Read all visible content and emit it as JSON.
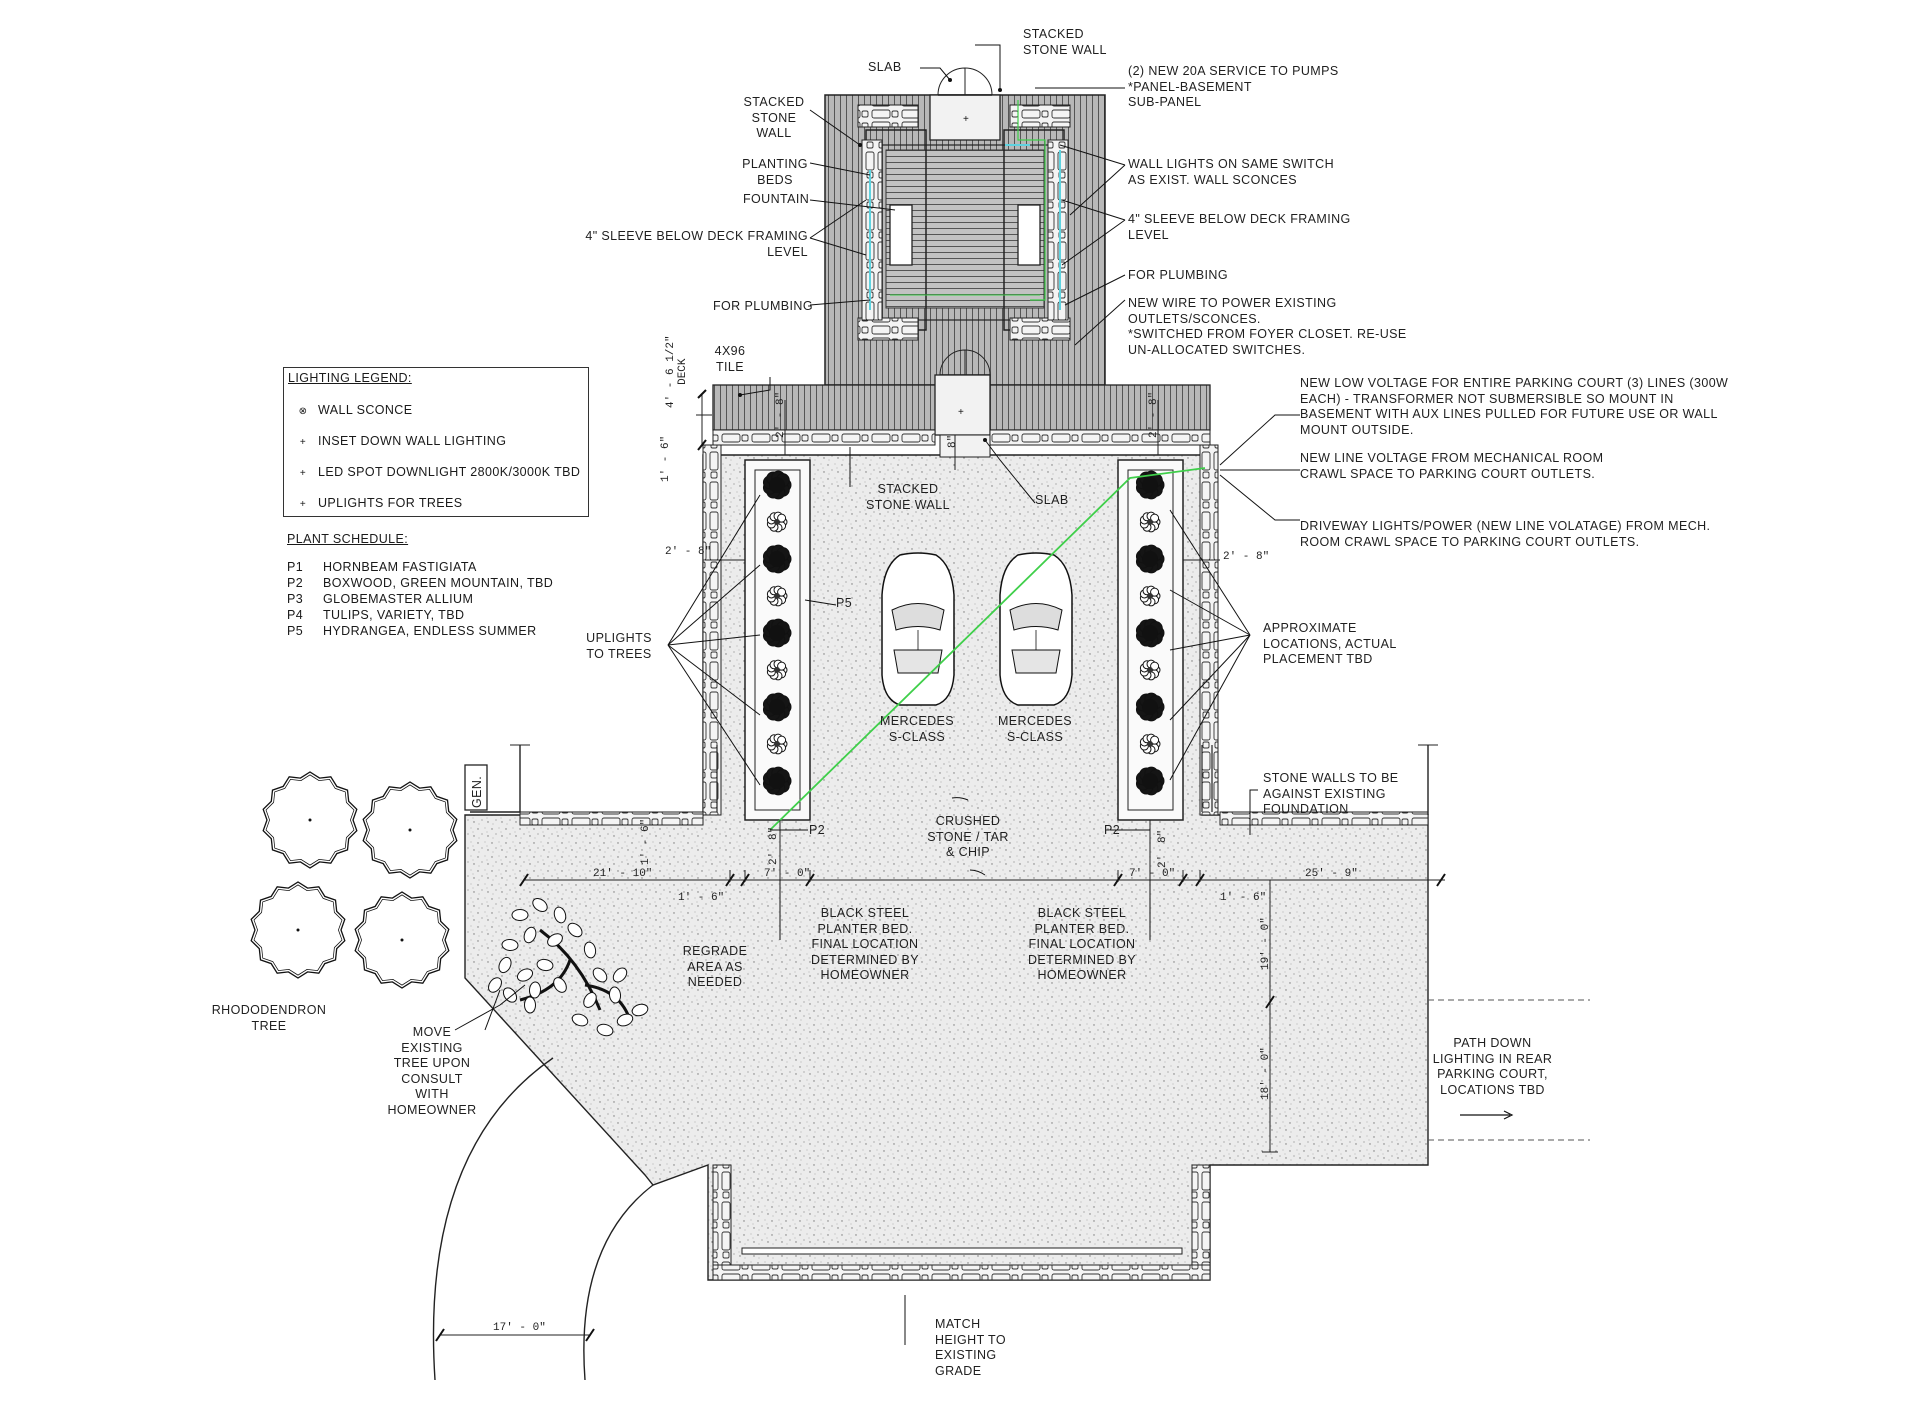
{
  "labels": {
    "stacked_stone_wall_top": "STACKED\nSTONE WALL",
    "slab_top": "SLAB",
    "service_pumps": "(2) NEW 20A SERVICE TO PUMPS\n*PANEL-BASEMENT\nSUB-PANEL",
    "stacked_stone_wall_left": "STACKED\nSTONE\nWALL",
    "planting_beds": "PLANTING\nBEDS",
    "fountain": "FOUNTAIN",
    "wall_lights": "WALL LIGHTS ON SAME SWITCH\nAS EXIST. WALL SCONCES",
    "sleeve_left": "4\" SLEEVE BELOW DECK FRAMING\nLEVEL",
    "sleeve_right": "4\" SLEEVE BELOW DECK FRAMING\nLEVEL",
    "for_plumbing_left": "FOR PLUMBING",
    "for_plumbing_right": "FOR PLUMBING",
    "new_wire": "NEW WIRE TO POWER EXISTING\nOUTLETS/SCONCES.\n*SWITCHED FROM FOYER CLOSET. RE-USE\nUN-ALLOCATED SWITCHES.",
    "tile": "4X96\nTILE",
    "low_voltage": "NEW LOW VOLTAGE FOR ENTIRE PARKING COURT (3) LINES (300W\nEACH) - TRANSFORMER NOT SUBMERSIBLE SO MOUNT IN\nBASEMENT WITH AUX LINES PULLED FOR FUTURE USE OR WALL\nMOUNT OUTSIDE.",
    "line_voltage": "NEW LINE VOLTAGE FROM MECHANICAL ROOM\nCRAWL SPACE TO PARKING COURT OUTLETS.",
    "driveway_lights": "DRIVEWAY LIGHTS/POWER (NEW LINE VOLATAGE) FROM MECH.\nROOM CRAWL SPACE TO PARKING COURT OUTLETS.",
    "stacked_stone_wall_mid": "STACKED\nSTONE WALL",
    "slab_mid": "SLAB",
    "p5": "P5",
    "uplights": "UPLIGHTS\nTO TREES",
    "approx_locations": "APPROXIMATE\nLOCATIONS, ACTUAL\nPLACEMENT TBD",
    "car_left": "MERCEDES\nS-CLASS",
    "car_right": "MERCEDES\nS-CLASS",
    "stone_walls_foundation": "STONE WALLS TO BE\nAGAINST EXISTING\nFOUNDATION",
    "gen": "GEN.",
    "p2_left": "P2",
    "p2_right": "P2",
    "crushed_stone": "CRUSHED\nSTONE / TAR\n& CHIP",
    "planter_left": "BLACK STEEL\nPLANTER BED.\nFINAL LOCATION\nDETERMINED BY\nHOMEOWNER",
    "planter_right": "BLACK STEEL\nPLANTER BED.\nFINAL LOCATION\nDETERMINED BY\nHOMEOWNER",
    "regrade": "REGRADE\nAREA AS\nNEEDED",
    "rhododendron": "RHODODENDRON\nTREE",
    "move_tree": "MOVE\nEXISTING\nTREE UPON\nCONSULT\nWITH\nHOMEOWNER",
    "path_down": "PATH DOWN\nLIGHTING IN REAR\nPARKING COURT,\nLOCATIONS TBD",
    "match_height": "MATCH\nHEIGHT TO\nEXISTING\nGRADE"
  },
  "dimensions": {
    "deck": "4' - 6 1/2\"\nDECK",
    "d_1_6_top": "1' - 6\"",
    "d_2_8_a": "2' - 8\"",
    "d_2_8_b": "2' - 8\"",
    "d_8_mid": "8\"",
    "d_2_8_left": "2' - 8\"",
    "d_2_8_right": "2' - 8\"",
    "d_1_6_left": "1' - 6\"",
    "d_2_left": "2'",
    "d_8_left": "8\"",
    "d_2_right": "2'",
    "d_8_right": "8\"",
    "d_21_10": "21' - 10\"",
    "d_1_6_a": "1' - 6\"",
    "d_7_0_left": "7' - 0\"",
    "d_7_0_right": "7' - 0\"",
    "d_1_6_b": "1' - 6\"",
    "d_25_9": "25' - 9\"",
    "d_19_0": "19' - 0\"",
    "d_18_0": "18' - 0\"",
    "d_17_0": "17' - 0\""
  },
  "legend": {
    "title": "LIGHTING LEGEND:",
    "items": [
      {
        "symbol": "⊗",
        "label": "WALL SCONCE"
      },
      {
        "symbol": "+",
        "label": "INSET DOWN WALL LIGHTING"
      },
      {
        "symbol": "+",
        "label": "LED SPOT DOWNLIGHT 2800K/3000K TBD"
      },
      {
        "symbol": "+",
        "label": "UPLIGHTS FOR TREES"
      }
    ]
  },
  "plant_schedule": {
    "title": "PLANT SCHEDULE:",
    "items": [
      {
        "code": "P1",
        "name": "HORNBEAM FASTIGIATA"
      },
      {
        "code": "P2",
        "name": "BOXWOOD, GREEN MOUNTAIN, TBD"
      },
      {
        "code": "P3",
        "name": "GLOBEMASTER ALLIUM"
      },
      {
        "code": "P4",
        "name": "TULIPS, VARIETY, TBD"
      },
      {
        "code": "P5",
        "name": "HYDRANGEA, ENDLESS SUMMER"
      }
    ]
  },
  "colors": {
    "line": "#1a1a1a",
    "gravel": "#e9e9e9",
    "deck": "#8a8a8a",
    "wire": "#3fcf4a",
    "pipe": "#5fd3e0"
  }
}
